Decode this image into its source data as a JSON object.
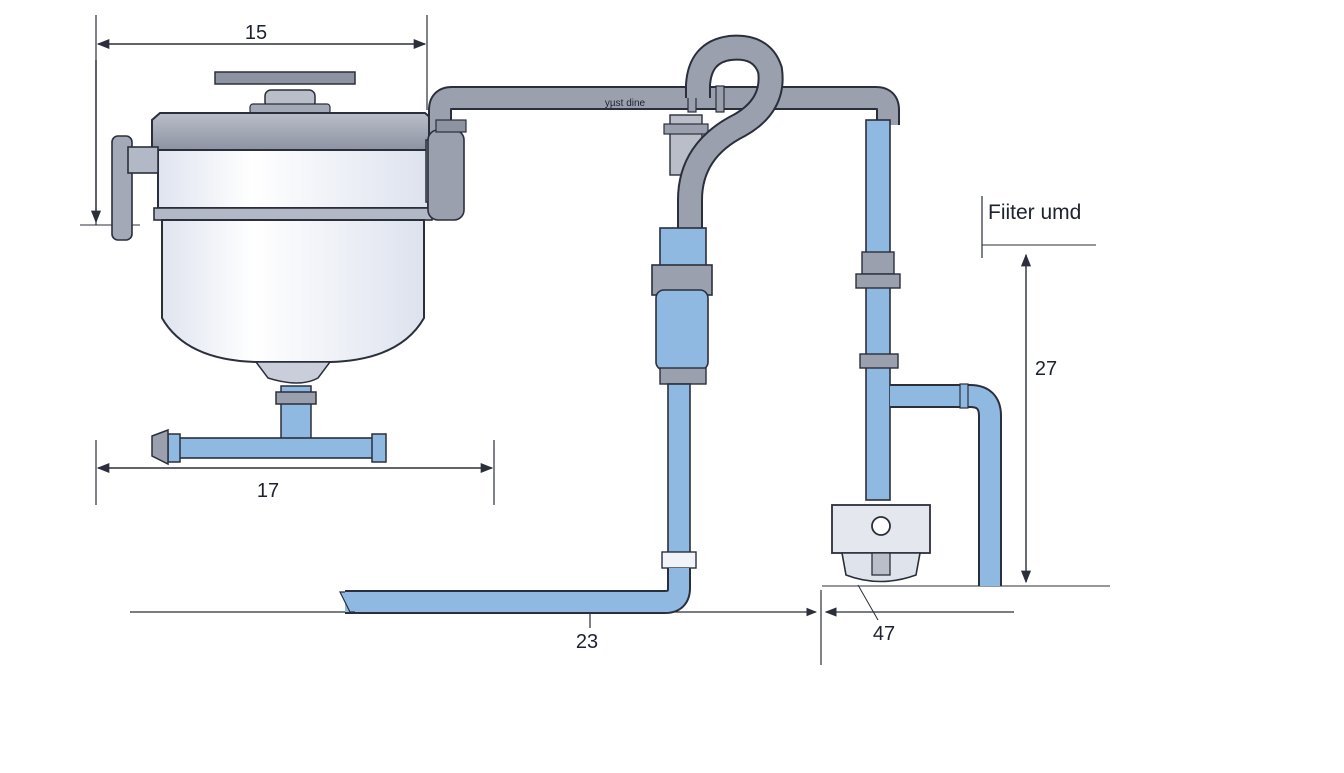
{
  "diagram": {
    "dimensions": {
      "top_width": "15",
      "base_width": "17",
      "floor_run": "23",
      "filter_gap": "47",
      "filter_height": "27"
    },
    "labels": {
      "filter": "Fiiter umd",
      "pipe": "yµst dine"
    },
    "colors": {
      "gray_pipe": "#9aa0ae",
      "blue_pipe": "#8fb9e0",
      "outline": "#2b2f3b",
      "tank_body": "#f3f5fb"
    }
  }
}
